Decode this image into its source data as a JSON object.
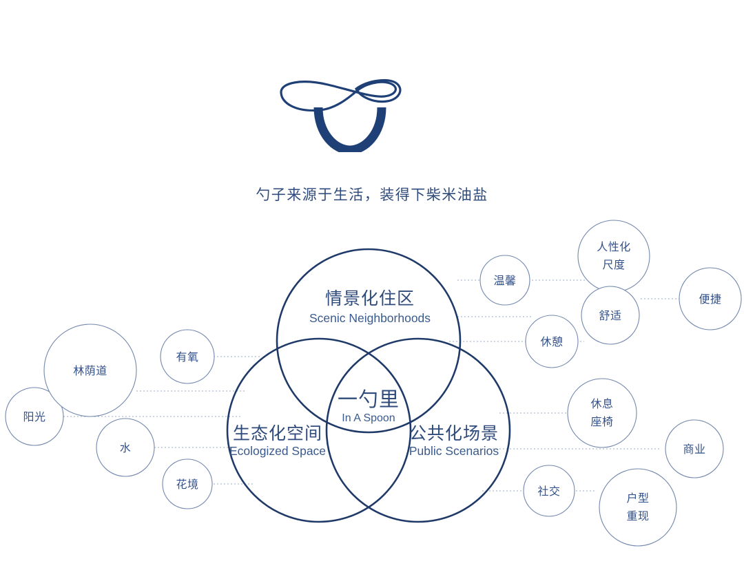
{
  "logo": {
    "icon": "spoon-bowl-logo",
    "color": "#1f4076"
  },
  "tagline": "勺子来源于生活，装得下柴米油盐",
  "colors": {
    "venn_stroke": "#1f3a68",
    "satellite_stroke": "#7287ad",
    "connector": "#9aa9c4",
    "text": "#2f4b7c"
  },
  "venn": {
    "center": {
      "cn": "一勺里",
      "en": "In A Spoon"
    },
    "circles": [
      {
        "id": "scenic",
        "cn": "情景化住区",
        "en": "Scenic Neighborhoods"
      },
      {
        "id": "ecologized",
        "cn": "生态化空间",
        "en": "Ecologized Space"
      },
      {
        "id": "public",
        "cn": "公共化场景",
        "en": "Public Scenarios"
      }
    ]
  },
  "satellites": [
    {
      "id": "sunlight",
      "label": "阳光"
    },
    {
      "id": "boulevard",
      "label": "林荫道"
    },
    {
      "id": "aerobic",
      "label": "有氧"
    },
    {
      "id": "water",
      "label": "水"
    },
    {
      "id": "flower",
      "label": "花境"
    },
    {
      "id": "warm",
      "label": "温馨"
    },
    {
      "id": "human-scale-1",
      "label": "人性化"
    },
    {
      "id": "human-scale-2",
      "label": "尺度"
    },
    {
      "id": "comfort",
      "label": "舒适"
    },
    {
      "id": "rest",
      "label": "休憩"
    },
    {
      "id": "convenient",
      "label": "便捷"
    },
    {
      "id": "seating-1",
      "label": "休息"
    },
    {
      "id": "seating-2",
      "label": "座椅"
    },
    {
      "id": "commerce",
      "label": "商业"
    },
    {
      "id": "social",
      "label": "社交"
    },
    {
      "id": "layout-1",
      "label": "户型"
    },
    {
      "id": "layout-2",
      "label": "重现"
    }
  ]
}
